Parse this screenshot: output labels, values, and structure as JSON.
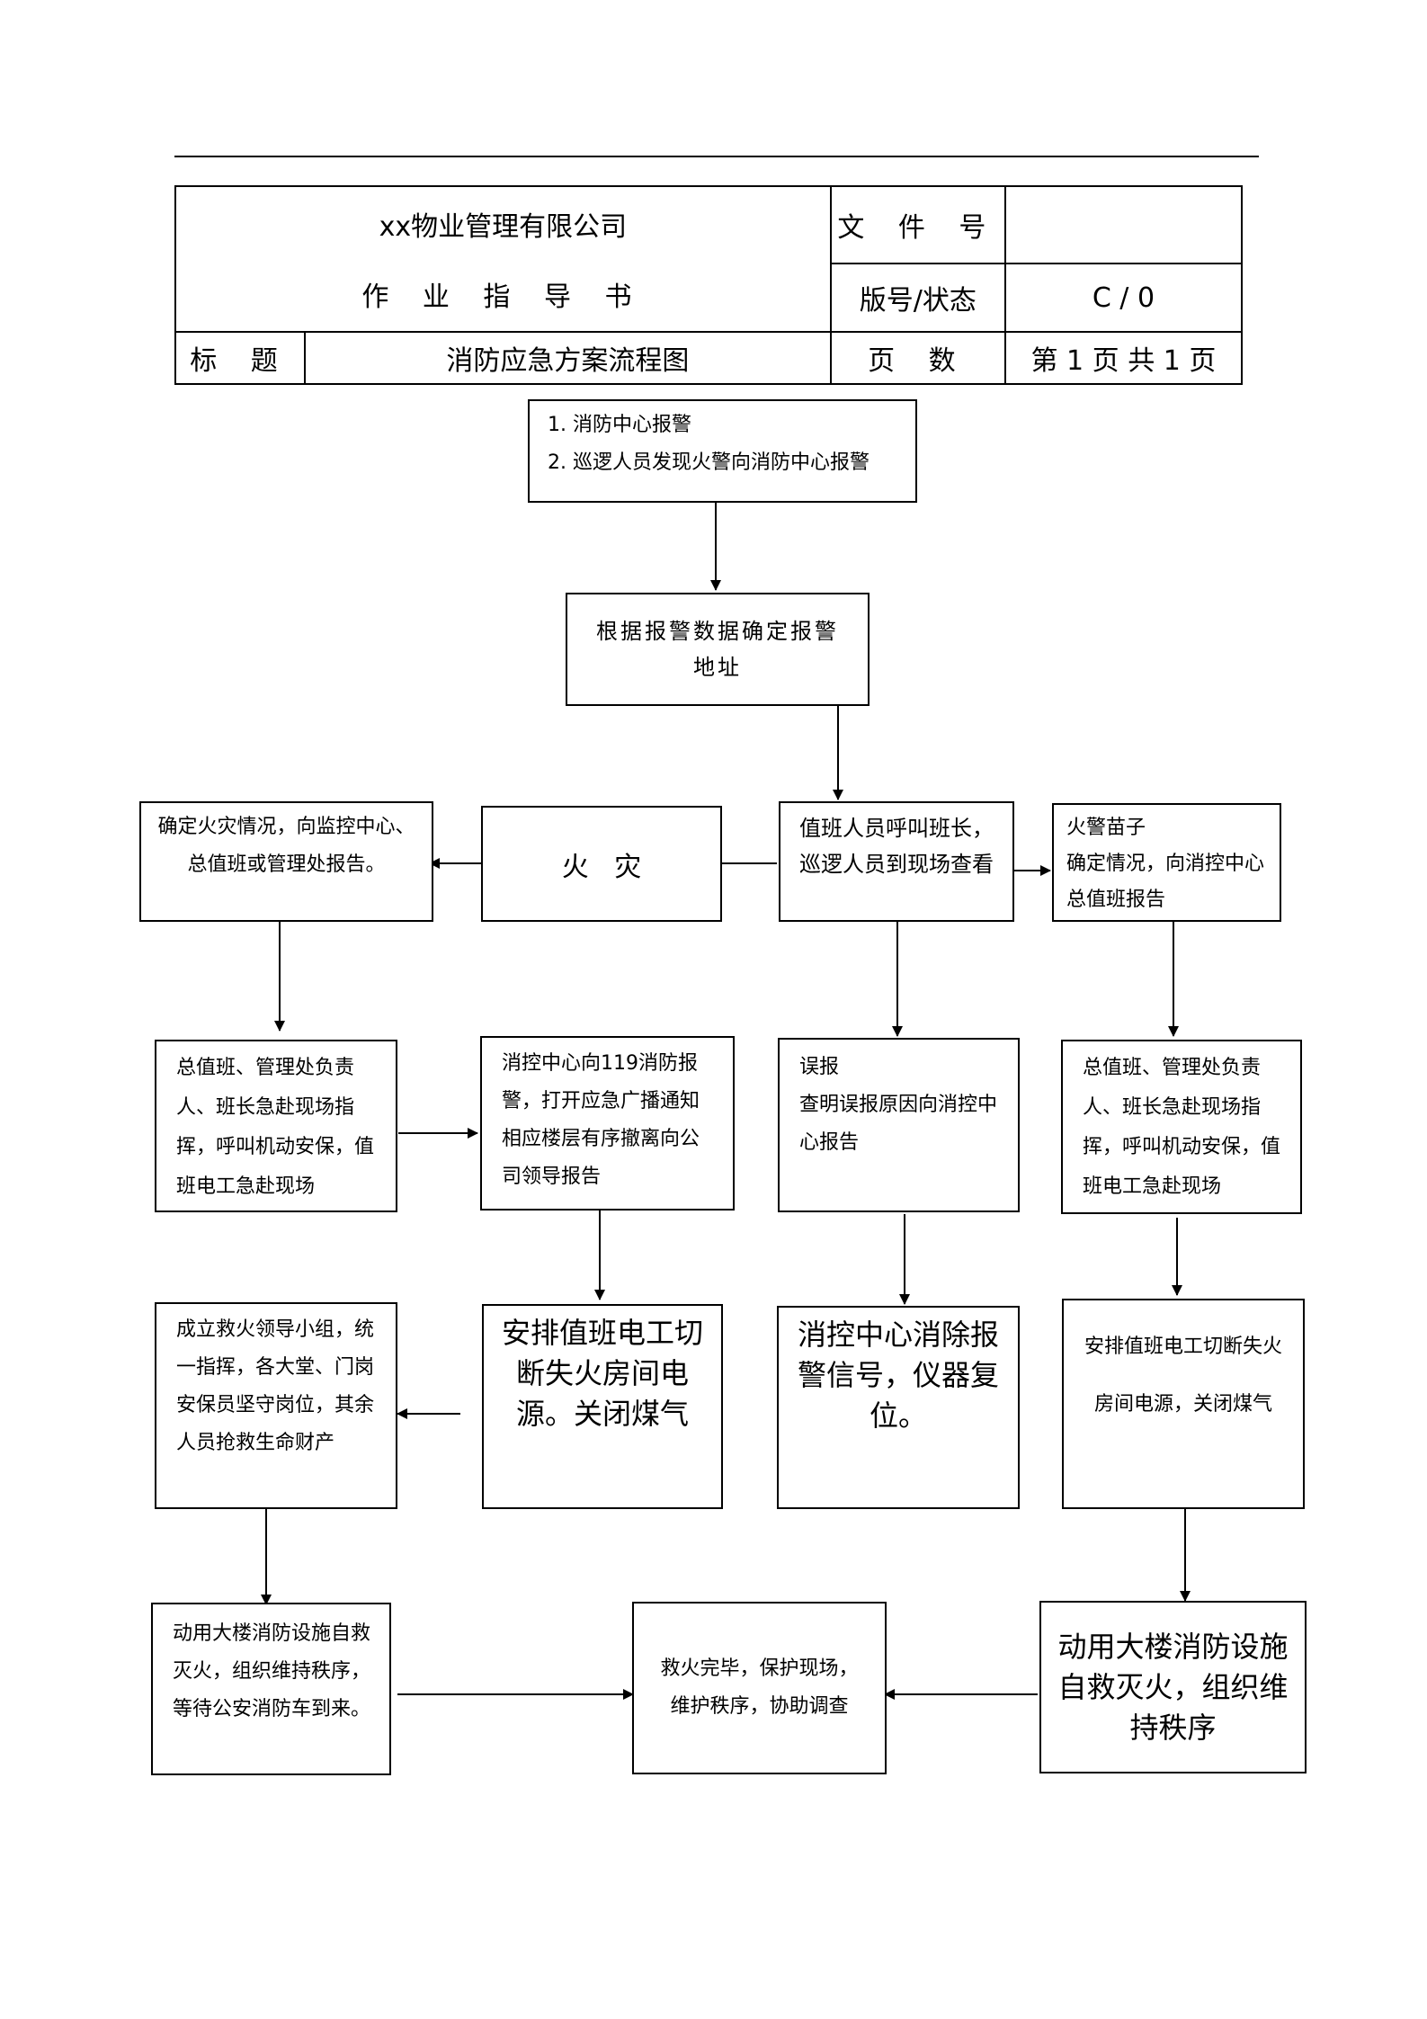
{
  "header": {
    "company": "xx物业管理有限公司",
    "doc_title": "作 业 指 导 书",
    "file_no_label": "文 件 号",
    "file_no_value": "",
    "version_label": "版号/状态",
    "version_value": "C / 0",
    "title_label": "标 题",
    "title_value": "消防应急方案流程图",
    "pages_label": "页 数",
    "pages_value": "第 1 页  共 1 页"
  },
  "nodes": {
    "alarm_source": [
      "1. 消防中心报警",
      "2. 巡逻人员发现火警向消防中心报警"
    ],
    "locate_address": "根据报警数据确定报警地址",
    "check_scene": [
      "值班人员呼叫班长，",
      "巡逻人员到现场查看"
    ],
    "fire": "火   灾",
    "report_fire": [
      "确定火灾情况，向监控中心、",
      "总值班或管理处报告。"
    ],
    "fire_sign": [
      "火警苗子",
      "确定情况，向消控中心",
      "总值班报告"
    ],
    "command_left": "总值班、管理处负责人、班长急赴现场指挥，呼叫机动安保，值班电工急赴现场",
    "call_119": "消控中心向119消防报警，打开应急广播通知相应楼层有序撤离向公司领导报告",
    "false_alarm": [
      "误报",
      "查明误报原因向消控中心报告"
    ],
    "command_right": "总值班、管理处负责人、班长急赴现场指挥，呼叫机动安保，值班电工急赴现场",
    "rescue_team": "成立救火领导小组，统一指挥，各大堂、门岗安保员坚守岗位，其余人员抢救生命财产",
    "cut_power_mid": "安排值班电工切断失火房间电源。关闭煤气",
    "reset_alarm": "消控中心消除报警信号，仪器复位。",
    "cut_power_right": [
      "安排值班电工切断失火",
      "房间电源，关闭煤气"
    ],
    "self_rescue_left": "动用大楼消防设施自救灭火，组织维持秩序，等待公安消防车到来。",
    "finish": [
      "救火完毕，保护现场，",
      "维护秩序，协助调查"
    ],
    "self_rescue_right": "动用大楼消防设施自救灭火，组织维持秩序"
  }
}
